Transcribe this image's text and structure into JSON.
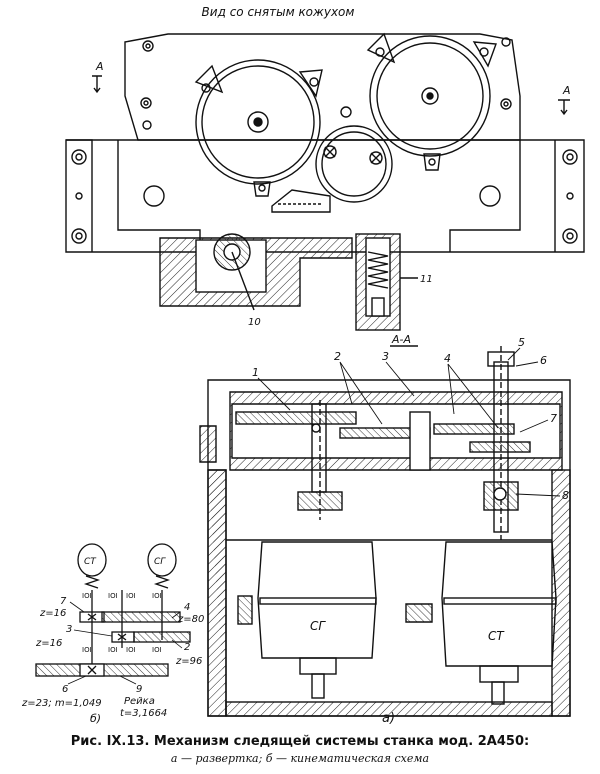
{
  "top_view": {
    "title": "Вид со снятым кожухом",
    "section_mark_left": "А",
    "section_mark_right": "А",
    "label_10": "10",
    "label_11": "11",
    "section_label": "А-А"
  },
  "main_view": {
    "labels": [
      "1",
      "2",
      "3",
      "4",
      "5",
      "6",
      "7",
      "8"
    ],
    "motor_left": "СГ",
    "motor_right": "СТ",
    "view_letter": "а)"
  },
  "schematic": {
    "motor_left": "СТ",
    "motor_right": "СГ",
    "n7": "7",
    "z16a": "z=16",
    "n4": "4",
    "z80": "z=80",
    "n3": "3",
    "z16b": "z=16",
    "n2": "2",
    "z96": "z=96",
    "n6": "6",
    "n9": "9",
    "gear6": "z=23; m=1,049",
    "rack": "Рейка",
    "pitch": "t=3,1664",
    "view_letter": "б)"
  },
  "caption": {
    "title": "Рис. IX.13. Механизм следящей системы станка мод. 2А450:",
    "subtitle": "а — развертка; б — кинематическая схема"
  }
}
